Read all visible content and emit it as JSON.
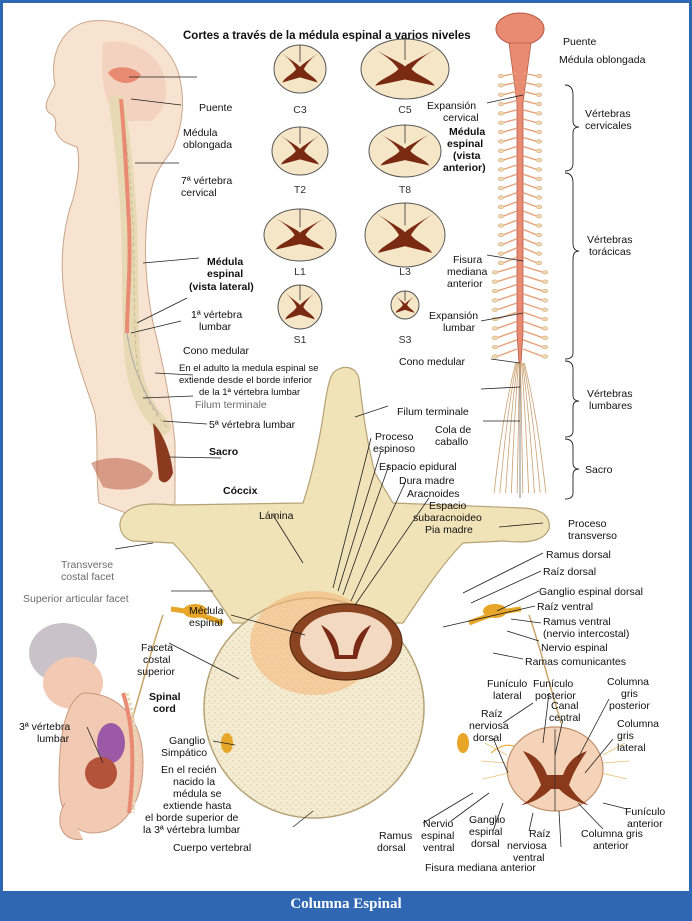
{
  "title": "Cortes a través de la médula espinal a varios niveles",
  "footer": "Columna Espinal",
  "sections": [
    "C3",
    "C5",
    "T2",
    "T8",
    "L1",
    "L3",
    "S1",
    "S3"
  ],
  "lateral_labels": {
    "puente": "Puente",
    "medula_oblongada_1": "Médula",
    "medula_oblongada_2": "oblongada",
    "c7_1": "7ª vértebra",
    "c7_2": "cervical",
    "me_1": "Médula",
    "me_2": "espinal",
    "me_3": "(vista lateral)",
    "l1_1": "1ª vértebra",
    "l1_2": "lumbar",
    "cono": "Cono medular",
    "note_1": "En el adulto la medula espinal se",
    "note_2": "extiende desde el borde inferior",
    "note_3": "de la 1ª vértebra lumbar",
    "filum": "Filum terminale",
    "l5": "5ª vértebra lumbar",
    "sacro": "Sacro",
    "coccix": "Cóccix"
  },
  "anterior_labels": {
    "puente": "Puente",
    "oblongada": "Médula oblongada",
    "exp_cerv_1": "Expansión",
    "exp_cerv_2": "cervical",
    "me_1": "Médula",
    "me_2": "espinal",
    "me_3": "(vista",
    "me_4": "anterior)",
    "fisura_1": "Fisura",
    "fisura_2": "mediana",
    "fisura_3": "anterior",
    "exp_lum_1": "Expansión",
    "exp_lum_2": "lumbar",
    "cono": "Cono medular",
    "filum": "Filum terminale",
    "cola_1": "Cola de",
    "cola_2": "caballo",
    "v_cerv_1": "Vértebras",
    "v_cerv_2": "cervicales",
    "v_tor_1": "Vértebras",
    "v_tor_2": "torácicas",
    "v_lum_1": "Vértebras",
    "v_lum_2": "lumbares",
    "v_sac": "Sacro"
  },
  "vertebra_labels": {
    "proceso_esp_1": "Proceso",
    "proceso_esp_2": "espinoso",
    "esp_epidural": "Espacio epidural",
    "dura": "Dura madre",
    "aracnoides": "Aracnoides",
    "esp_sub_1": "Espacio",
    "esp_sub_2": "subaracnoideo",
    "pia": "Pia madre",
    "lamina": "Lámina",
    "proc_trans_1": "Proceso",
    "proc_trans_2": "transverso",
    "ramus_dorsal": "Ramus dorsal",
    "raiz_dorsal": "Raíz dorsal",
    "ganglio_dorsal": "Ganglio espinal dorsal",
    "raiz_ventral": "Raíz ventral",
    "ramus_ventral_1": "Ramus ventral",
    "ramus_ventral_2": "(nervio intercostal)",
    "nervio_espinal": "Nervio espinal",
    "ramas_com": "Ramas comunicantes",
    "transverse_1": "Transverse",
    "transverse_2": "costal facet",
    "sup_art": "Superior articular facet",
    "medula_1": "Médula",
    "medula_2": "espinal",
    "faceta_1": "Faceta",
    "faceta_2": "costal",
    "faceta_3": "superior",
    "spinal_1": "Spinal",
    "spinal_2": "cord",
    "l3_1": "3ª vértebra",
    "l3_2": "lumbar",
    "ganglio_simp_1": "Ganglio",
    "ganglio_simp_2": "Simpático",
    "recien_1": "En el recién",
    "recien_2": "nacido la",
    "recien_3": "médula se",
    "recien_4": "extiende  hasta",
    "recien_5": "el borde superior de",
    "recien_6": "la 3ª vértebra lumbar",
    "cuerpo": "Cuerpo vertebral"
  },
  "cross_labels": {
    "fun_lat_1": "Funículo",
    "fun_lat_2": "lateral",
    "fun_post_1": "Funículo",
    "fun_post_2": "posterior",
    "canal_1": "Canal",
    "canal_2": "central",
    "col_post_1": "Columna",
    "col_post_2": "gris",
    "col_post_3": "posterior",
    "col_lat_1": "Columna",
    "col_lat_2": "gris",
    "col_lat_3": "lateral",
    "raiz_d_1": "Raíz",
    "raiz_d_2": "nerviosa",
    "raiz_d_3": "dorsal",
    "fun_ant_1": "Funículo",
    "fun_ant_2": "anterior",
    "col_ant_1": "Columna gris",
    "col_ant_2": "anterior",
    "ramus_d_1": "Ramus",
    "ramus_d_2": "dorsal",
    "nervio_1": "Nervio",
    "nervio_2": "espinal",
    "nervio_3": "ventral",
    "ganglio_1": "Ganglio",
    "ganglio_2": "espinal",
    "ganglio_3": "dorsal",
    "raiz_v_1": "Raíz",
    "raiz_v_2": "nerviosa",
    "raiz_v_3": "ventral",
    "fisura": "Fisura mediana anterior"
  }
}
